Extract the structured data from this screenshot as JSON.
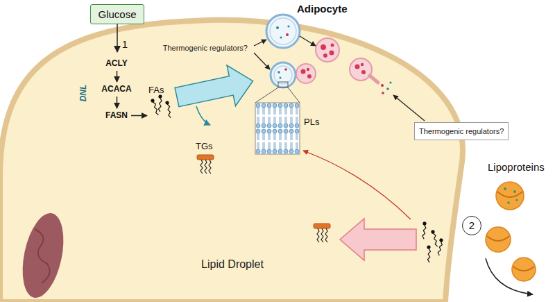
{
  "diagram": {
    "nodes": [
      {
        "text": [
          "Adipocyte"
        ]
      },
      {
        "text": [
          "Glucose"
        ]
      },
      {
        "text": [
          "1"
        ],
        "in": 0
      },
      {
        "text": [
          "DNL",
          "ACLY",
          "ACACA",
          "FASN"
        ],
        "in": 0
      },
      {
        "text": [
          "Thermogenic regulators?"
        ],
        "in": 0
      },
      {
        "text": [
          "Thermogenic regulators?"
        ]
      },
      {
        "text": [
          "Lipid Droplet"
        ],
        "in": 0
      },
      {
        "text": [
          "2"
        ]
      }
    ],
    "edges": [
      {
        "from": 1,
        "to": 3,
        "arrow": "to"
      }
    ],
    "labels": [
      "FAs",
      "PLs",
      "TGs",
      "Lipoproteins"
    ]
  }
}
